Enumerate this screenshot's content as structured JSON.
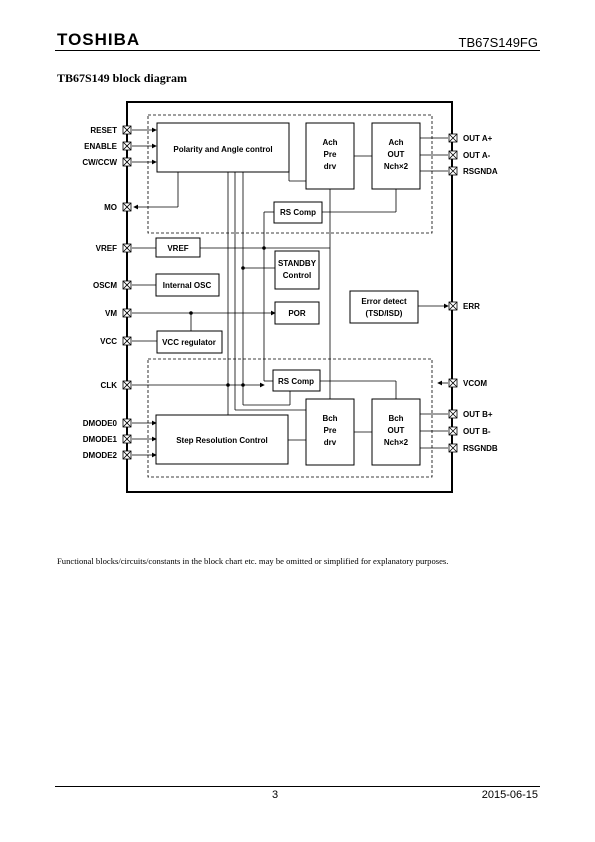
{
  "header": {
    "logo": "TOSHIBA",
    "part_number": "TB67S149FG"
  },
  "section_title": "TB67S149 block diagram",
  "pins_left": [
    "RESET",
    "ENABLE",
    "CW/CCW",
    "MO",
    "VREF",
    "OSCM",
    "VM",
    "VCC",
    "CLK",
    "DMODE0",
    "DMODE1",
    "DMODE2"
  ],
  "pins_right": [
    "OUT A+",
    "OUT A-",
    "RSGNDA",
    "ERR",
    "VCOM",
    "OUT B+",
    "OUT B-",
    "RSGNDB"
  ],
  "blocks": {
    "polarity": "Polarity and Angle control",
    "ach_pre": [
      "Ach",
      "Pre",
      "drv"
    ],
    "ach_out": [
      "Ach",
      "OUT",
      "Nch×2"
    ],
    "rs_comp_a": "RS Comp",
    "vref": "VREF",
    "standby": [
      "STANDBY",
      "Control"
    ],
    "internal_osc": "Internal OSC",
    "error_detect": [
      "Error detect",
      "(TSD/ISD)"
    ],
    "por": "POR",
    "vcc_regulator": "VCC regulator",
    "rs_comp_b": "RS Comp",
    "step_res": "Step Resolution Control",
    "bch_pre": [
      "Bch",
      "Pre",
      "drv"
    ],
    "bch_out": [
      "Bch",
      "OUT",
      "Nch×2"
    ]
  },
  "footnote": "Functional blocks/circuits/constants in the block chart etc. may be omitted or simplified for explanatory purposes.",
  "footer": {
    "page": "3",
    "date": "2015-06-15"
  }
}
